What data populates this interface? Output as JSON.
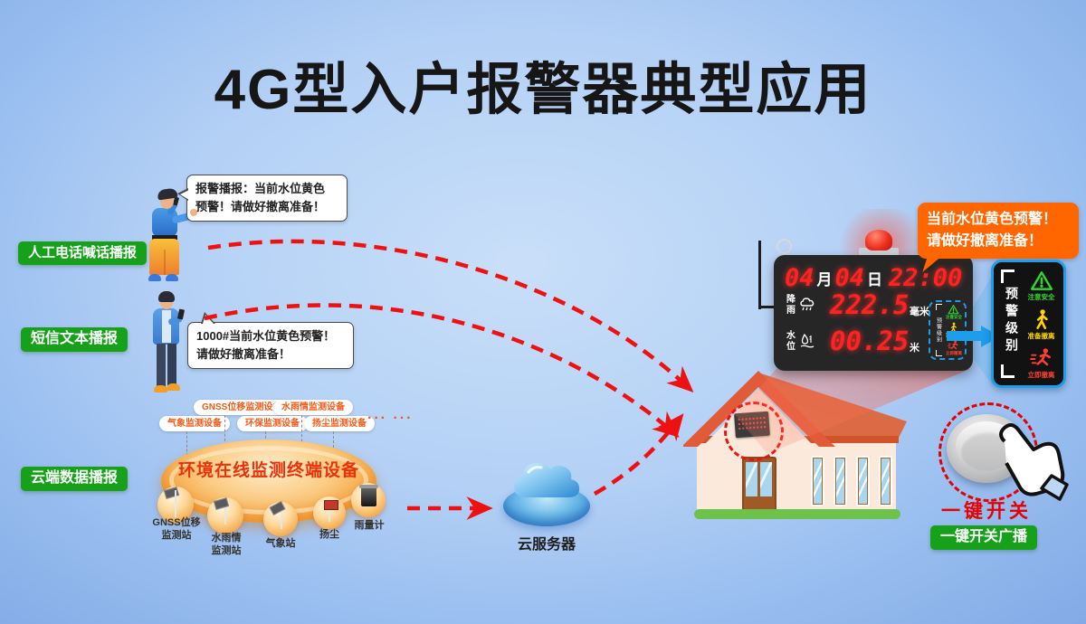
{
  "title": "4G型入户报警器典型应用",
  "colors": {
    "accent_green": "#17a11b",
    "alert_orange": "#ff6600",
    "led_red": "#ff2222",
    "dash_red": "#ee1111",
    "panel_blue": "#1e9de8",
    "switch_red": "#e60000",
    "pill_orange": "#f25c1a"
  },
  "left_labels": {
    "phone": "人工电话喊话播报",
    "sms": "短信文本播报",
    "cloud": "云端数据播报"
  },
  "speech": {
    "phone": "报警播报：当前水位黄色\n预警！请做好撤离准备！",
    "sms": "1000#当前水位黄色预警！\n请做好撤离准备！"
  },
  "pills": {
    "p1": "GNSS位移监测设备",
    "p2": "水雨情监测设备",
    "p3": "气象监测设备",
    "p4": "环保监测设备",
    "p5": "扬尘监测设备",
    "dots": "··· ···"
  },
  "ellipse_title": "环境在线监测终端设备",
  "stations": {
    "s1": "GNSS位移\n监测站",
    "s2": "水雨情\n监测站",
    "s3": "气象站",
    "s4": "扬尘",
    "s5": "雨量计"
  },
  "cloud_label": "云服务器",
  "led": {
    "month_val": "04",
    "month_unit": "月",
    "day_val": "04",
    "day_unit": "日",
    "time": "22:00",
    "rain_label": "降\n雨",
    "rain_value": "222.5",
    "rain_unit": "毫米",
    "water_label": "水\n位",
    "water_value": "00.25",
    "water_unit": "米",
    "mini_title": "预警级别"
  },
  "alert": "当前水位黄色预警！\n请做好撤离准备！",
  "panel": {
    "title": "预警级别",
    "level1": "注意安全",
    "level2": "准备撤离",
    "level3": "立即撤离"
  },
  "switch": {
    "caption": "一键开关",
    "label": "一键开关广播"
  }
}
